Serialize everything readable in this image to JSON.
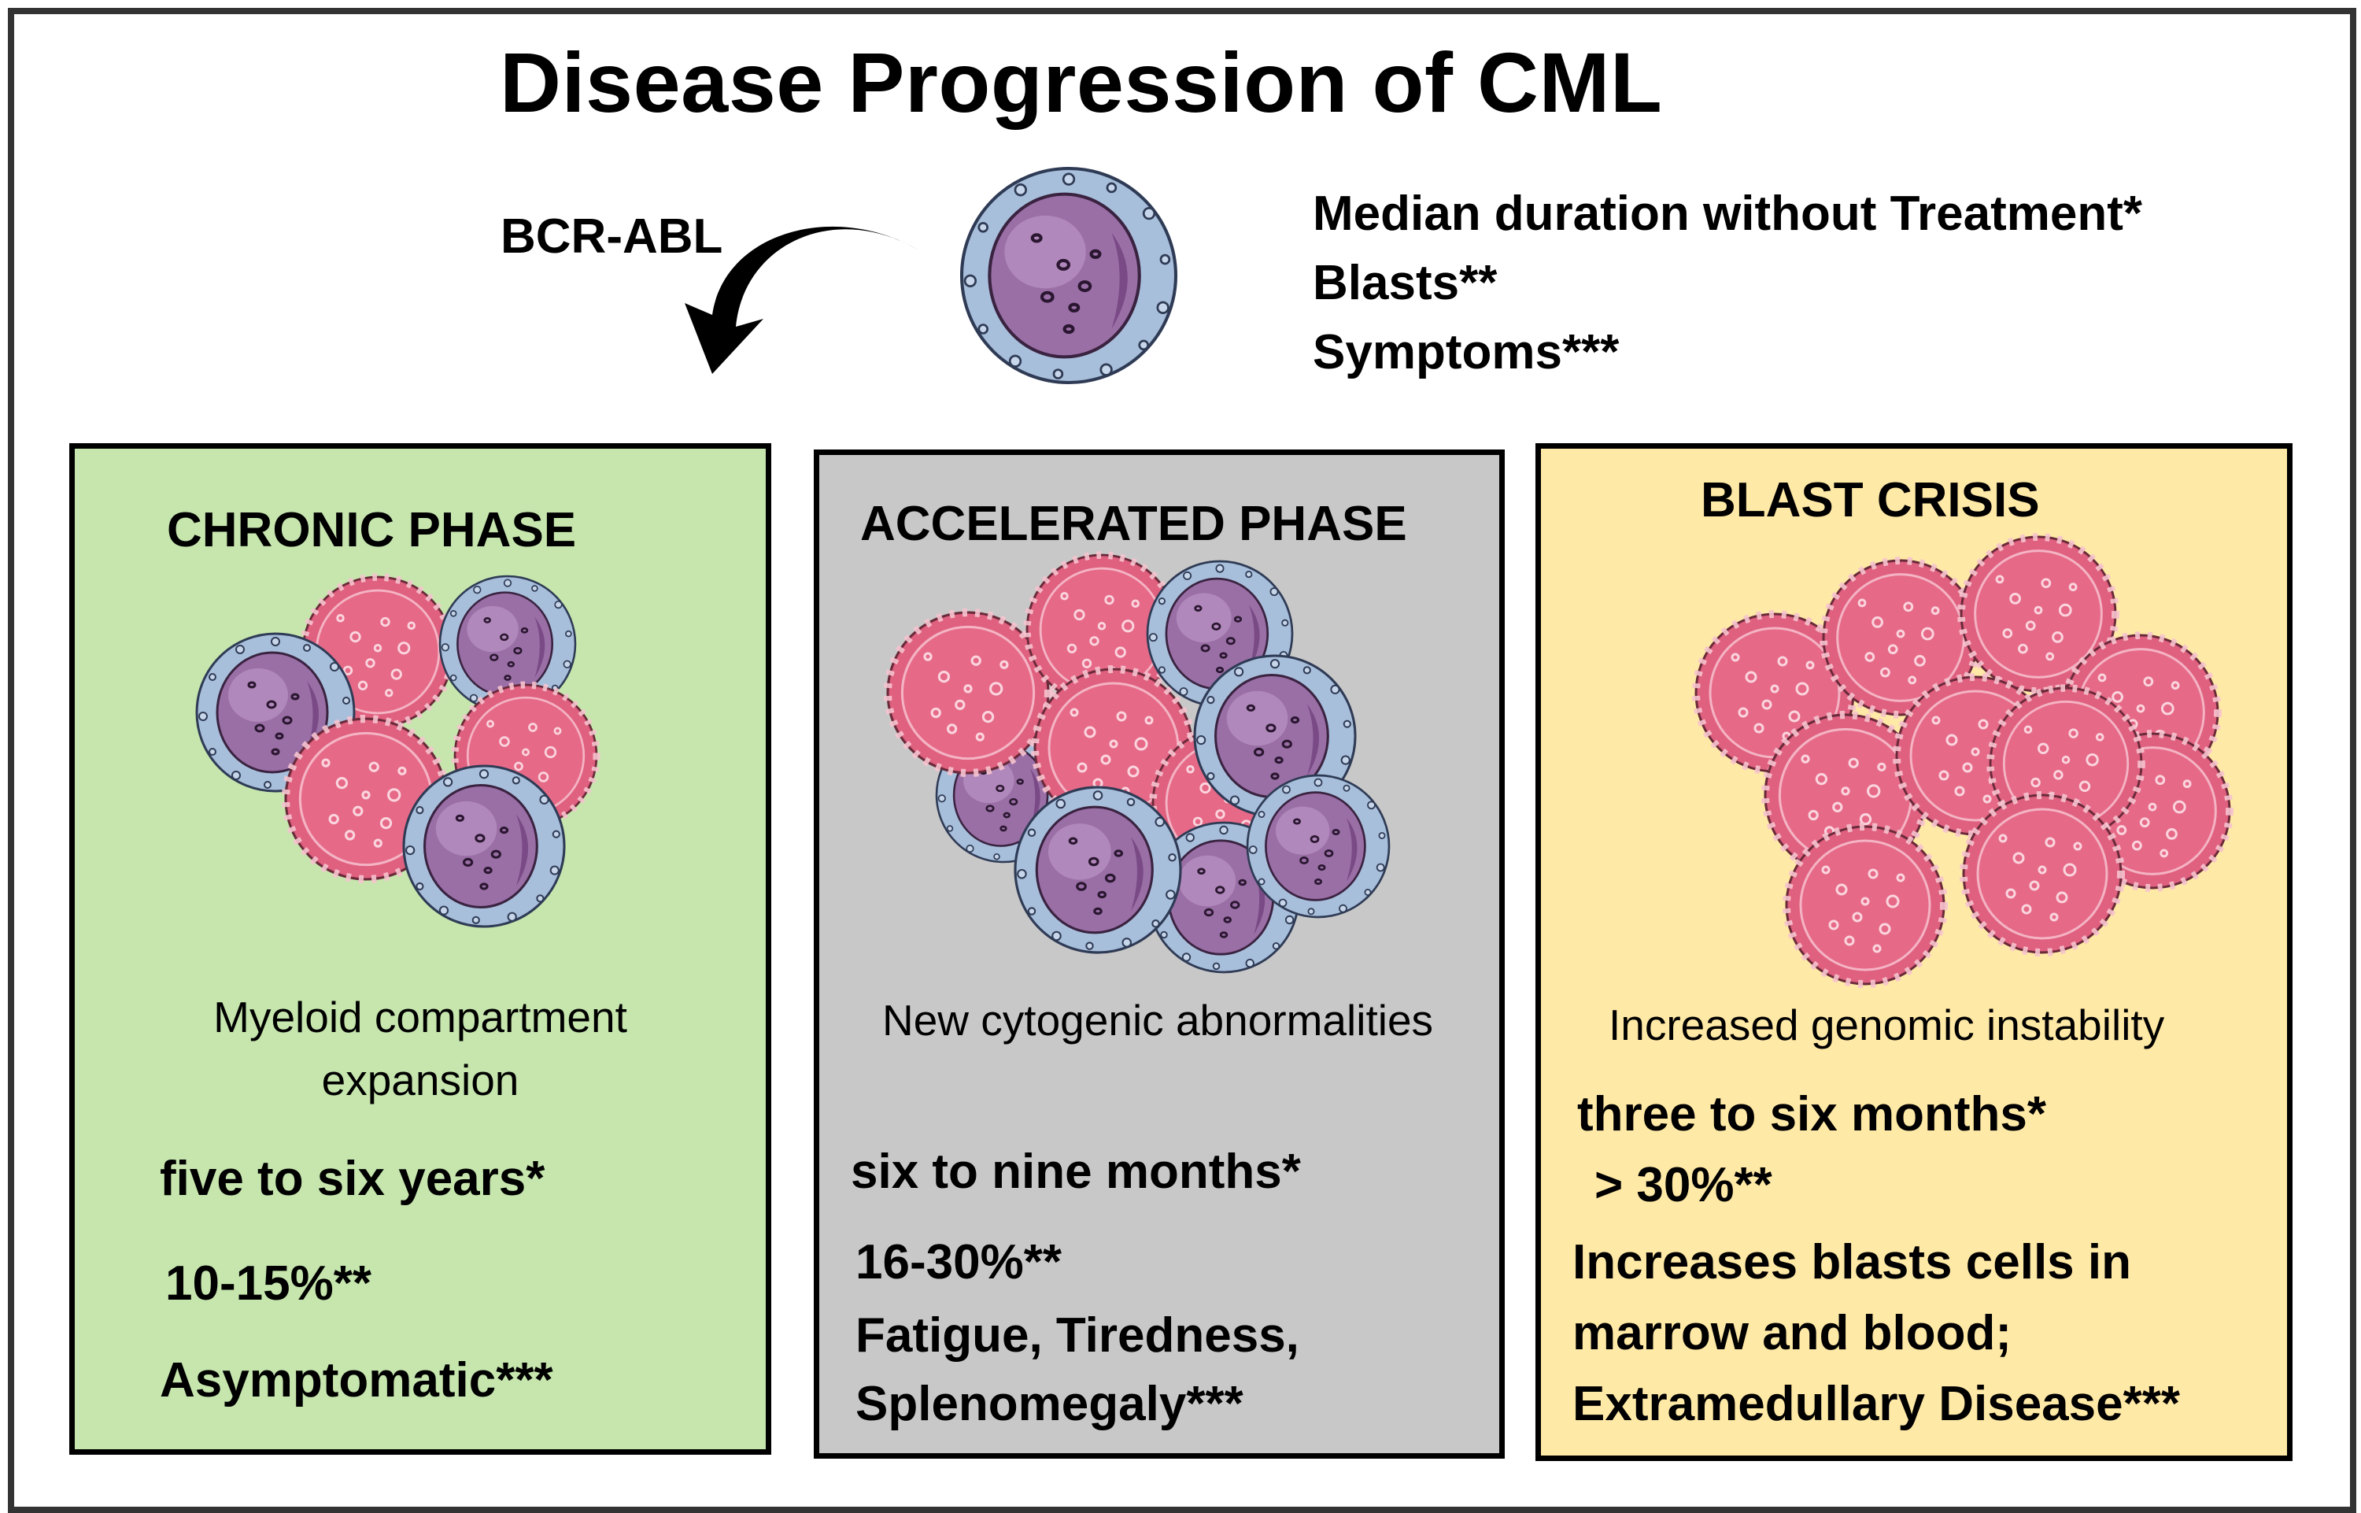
{
  "title": "Disease Progression of CML",
  "mutation_label": "BCR-ABL",
  "legend": {
    "duration": "Median duration without Treatment*",
    "blasts": "Blasts**",
    "symptoms": "Symptoms***"
  },
  "colors": {
    "chronic_bg": "#c6e6ae",
    "accelerated_bg": "#c8c8c8",
    "blast_bg": "#ffe9a6",
    "red_cell": "#e0607f",
    "blast_cell": "#9a6fa6",
    "membrane": "#a8bfdc"
  },
  "phases": [
    {
      "name": "CHRONIC PHASE",
      "description_line1": "Myeloid compartment",
      "description_line2": "expansion",
      "duration": "five to six years*",
      "blasts": "10-15%**",
      "symptoms": "Asymptomatic***"
    },
    {
      "name": "ACCELERATED PHASE",
      "description": "New cytogenic abnormalities",
      "duration": "six to nine months*",
      "blasts": "16-30%**",
      "symptoms_line1": "Fatigue, Tiredness,",
      "symptoms_line2": "Splenomegaly***"
    },
    {
      "name": "BLAST CRISIS",
      "description": "Increased genomic instability",
      "duration": "three to six months*",
      "blasts": "> 30%**",
      "symptoms_line1": "Increases blasts cells in",
      "symptoms_line2": "marrow and blood;",
      "symptoms_line3": "Extramedullary Disease***"
    }
  ]
}
